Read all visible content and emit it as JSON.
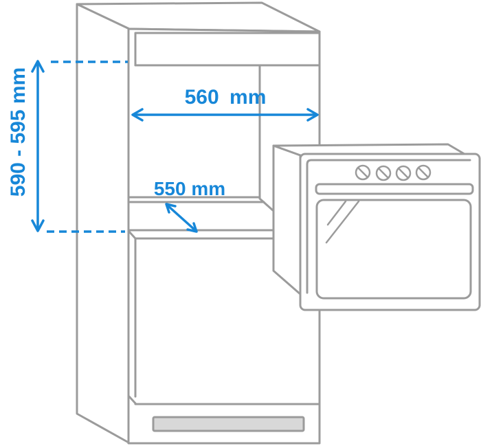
{
  "diagram": {
    "labels": {
      "niche_height": "590 - 595 mm",
      "niche_width": "560 mm",
      "niche_depth": "550 mm"
    },
    "colors": {
      "dimension_blue": "#1787d8",
      "outline_gray": "#9b9b9b",
      "vent_fill": "#d8d8d8",
      "background": "#ffffff"
    }
  }
}
